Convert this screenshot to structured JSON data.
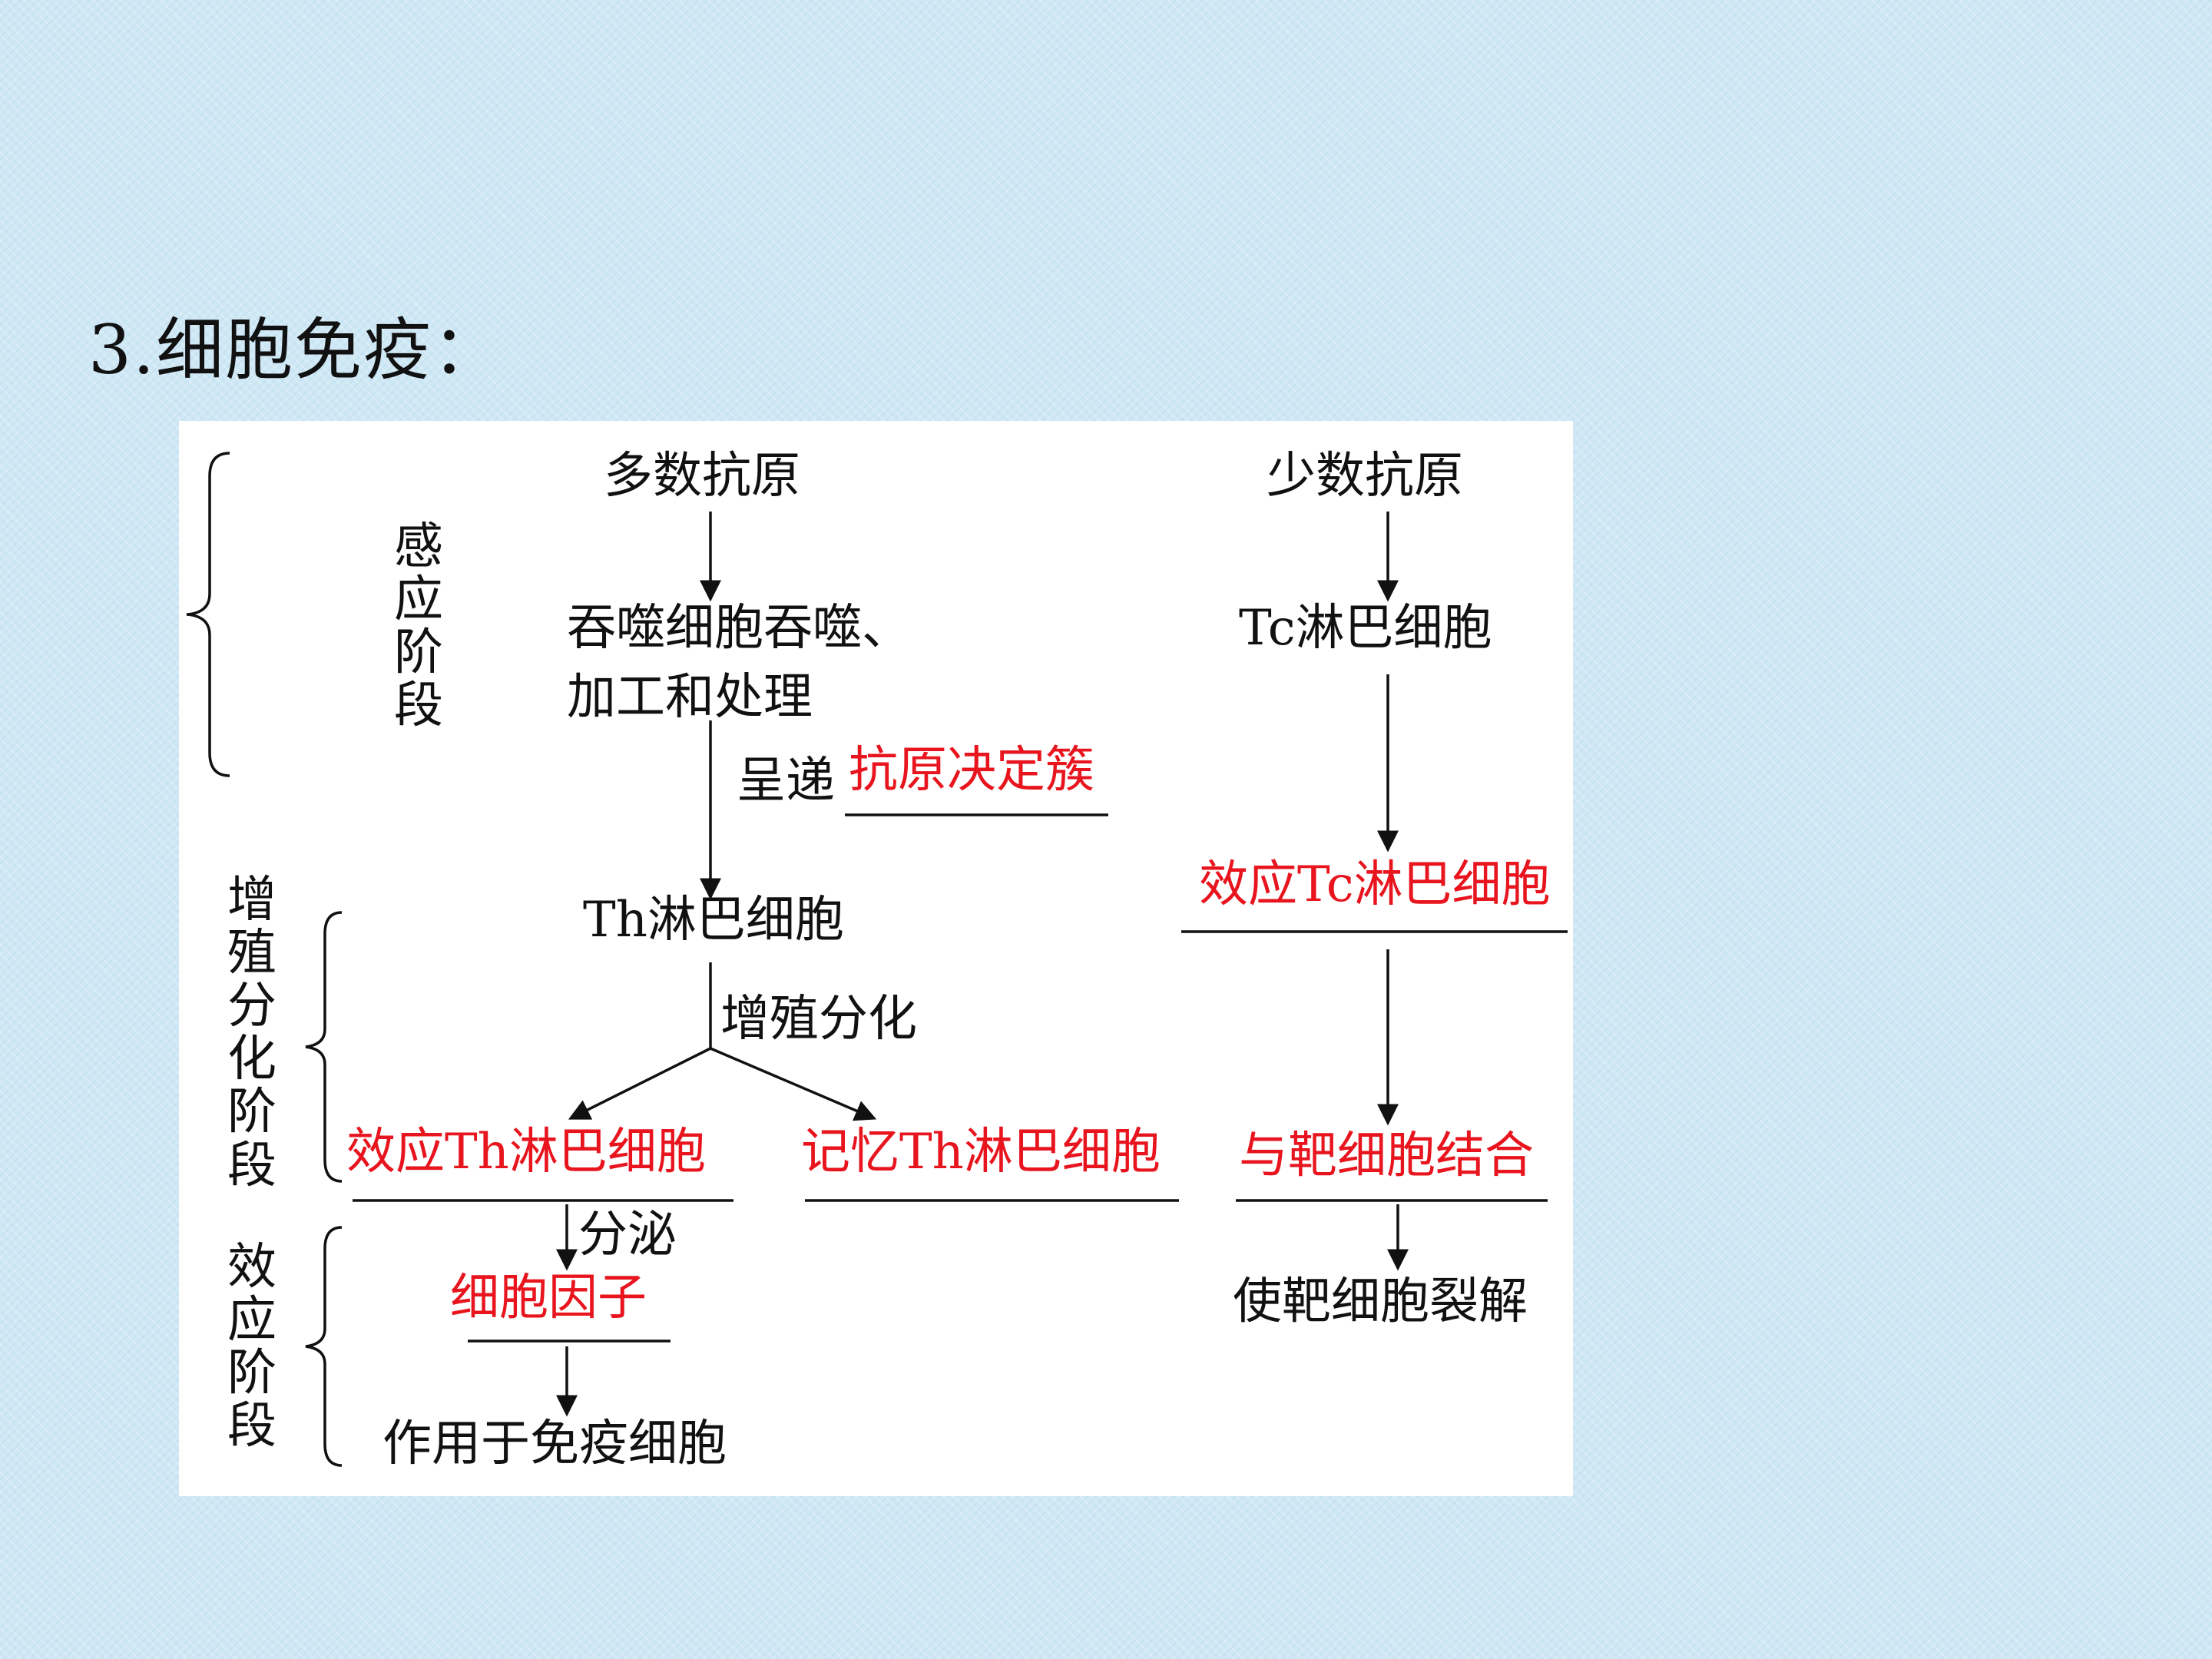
{
  "slide": {
    "title": "3.细胞免疫："
  },
  "colors": {
    "accent": "#e8141e",
    "text": "#111111",
    "background": "#cfe8f5",
    "panel": "#ffffff"
  },
  "stages": {
    "induction": "感应阶段",
    "proliferation": "增殖分化阶段",
    "effector": "效应阶段"
  },
  "nodes": {
    "most_antigens": "多数抗原",
    "few_antigens": "少数抗原",
    "phagocyte_line1": "吞噬细胞吞噬、",
    "phagocyte_line2": "加工和处理",
    "tc_cell": "Tc淋巴细胞",
    "th_cell": "Th淋巴细胞",
    "effector_tc": "效应Tc淋巴细胞",
    "effector_th": "效应Th淋巴细胞",
    "memory_th": "记忆Th淋巴细胞",
    "bind_target": "与靶细胞结合",
    "cytokine": "细胞因子",
    "act_on_immune": "作用于免疫细胞",
    "lyse_target": "使靶细胞裂解"
  },
  "edge_labels": {
    "present": "呈递",
    "antigen_determinant": "抗原决定簇",
    "proliferate": "增殖分化",
    "secrete": "分泌"
  }
}
